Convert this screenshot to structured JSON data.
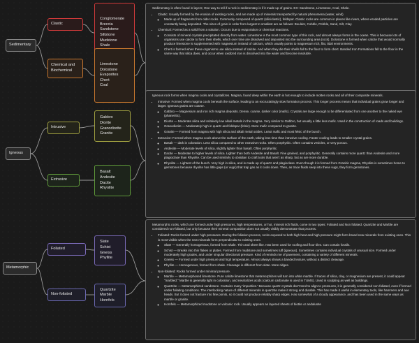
{
  "diagram": {
    "roots": [
      "Sedimentary",
      "Igneous",
      "Metamorphic"
    ],
    "categories": [
      "Clastic",
      "Chemical and Biochemical",
      "Intrusive",
      "Extrusive",
      "Foliated",
      "Non-foliated"
    ],
    "leaves": {
      "clastic": [
        "Conglomerate",
        "Breccia",
        "Sandstone",
        "Siltstone",
        "Mudstone",
        "Shale"
      ],
      "chemical": [
        "Limestone",
        "Dolostone",
        "Evaporites",
        "Chert",
        "Coal"
      ],
      "intrusive": [
        "Gabbro",
        "Diorite",
        "Granodiorite",
        "Granite"
      ],
      "extrusive": [
        "Basalt",
        "Andesite",
        "Dacite",
        "Rhyolite"
      ],
      "foliated": [
        "Slate",
        "Schist",
        "Gneiss",
        "Phyllite"
      ],
      "nonfoliated": [
        "Quartzite",
        "Marble",
        "Hornfels"
      ]
    }
  },
  "sedimentary": {
    "intro": "Sedimentary is often found in layers; One way to tell if a rock is sedimentary is if it made up of grains. EX: Sandstone, Limestone, Coal, Shale.",
    "clastic": "Clastic: Usually formed by the erosion of existing rocks, and are made up of minerals transported by natural phenomena (water, wind)",
    "clastic_sub": [
      "Made up of fragments from older rocks. Commonly composed of quartz (siliciclastic), feldspar. Clastic rocks are common in places like rivers, where eroded particles are constantly being deposited. The sizes of grain in order from largest to smallest are as follows: Boulder, Cobble, Pebble, Sand, Silt, Clay."
    ],
    "chemical": "Chemical: Formed as a solid from a solution. Occurs due to evaporation or chemical reactions.",
    "chemical_sub": [
      "Consists of mineral crystals precipitated directly from water. Limestone is the most common type of this rock, and almost always forms in the ocean. This is because lots of organisms use calcite to form their shells, which over time are dissolved and deposited into the surrounding area (rock). Dolostone is formed when calcite that would normally produce limestone is supplemented with magnesium instead of calcium, which usually points to magnesium rich, flat, tidal environments.",
      "Chert is formed when these organisms use silica instead of calcite. And when they die their shells fall to the floor to form chert. Banded Iron Formations fall to the floor in the same way that silica does, and occur when oxidized iron is dissolved into the water and become insoluble."
    ]
  },
  "igneous": {
    "intro": "Igneous rock forms when magma cools and crystallizes. Magma, found deep within the earth is hot enough to include molten rocks and all of their composite minerals.",
    "intrusive": "Intrusive: Formed when magma cools beneath the surface, leading to an excruciatingly slow formation process. This longer process means that individual grains grow longer and larger. Igneous grains are coarse.",
    "intrusive_sub": [
      "Gabbro — Magnesium and iron rich magma deposits. Dense, coarse, darker color (mafic). Crystals are large enough to be differentiated from one another to the naked eye (phaneritic).",
      "Diorite — Moderate silica and relatively low alkali metals in the magma. Very similar to Gabbro, but usually a little less mafic. Used in the construction of roads and buildings.",
      "Granodiorite — Moderately high in quartz and feldspar (felsic). More mafic compared to granite.",
      "Granite — Formed from magma with high silica and alkali metal oxides. Least mafic and most felsic of the bunch."
    ],
    "extrusive": "Extrusive: Formed when magma cools above the surface of the earth, taking less time than intrusive cooling. Faster cooling leads to smaller crystal grains.",
    "extrusive_sub": [
      "Basalt — dark in coloration. Less silica compared to other extrusive rocks. Often porphyritic. Often contains vesicles, or very porous.",
      "Andesite — Moderate levels of silica, slightly lighter than basalt. Often porphyritic.",
      "Dacite — Moderate to higher levels of silica. Lighter than both Andesite and Basalt. Fine grained, and porphyritic. Generally contains more quartz than Andesite and more plagioclase than Rhyolite. Can be used similarly to obsidian to craft tools that aren't as sharp, but as are more durable.",
      "Rhyolite — Lightest of the bunch. Very high in silica, and is made up of quartz and plagioclase. Even though it is formed from Granitic magma, Rhyolite is sometimes home to gemstones because rhyolite has little gaps (or vugs) that trap gas as it cools down. Then, as trace fluids seep into these vugs, they form gemstones."
    ]
  },
  "metamorphic": {
    "intro": "Metamorphic rocks, which are formed under high pressures, high temperatures, or hot, mineral rich fluids, come in two types: Foliated and Non foliated. Quartzite and Marble are considered non-foliated, but only because their mineral composition does not usually visibly demonstrate that process.",
    "foliated": "Foliated: Rocks formed under high pressures. During the foliation process, rocks exposed to both high heat and high pressure might form brand new minerals from existing ones. This is most visible when the new minerals form perpendicular to existing ones.",
    "foliated_sub": [
      "Slate — Generally homogenous, formed from shale. Thin and sheet like. Has been used for roofing and floor tiles. Can contain fossils.",
      "Schist — Breaks into thin flakes or plates. Formed from mudstone and sometimes tuff (igneous). Sometimes contains individual crystals of unusual size. Formed under moderately high grades, and under singular directional pressure. Kind of reminds me of pavement, containing a variety of different minerals.",
      "Gneiss — Formed under high pressure and high temperature. Almost always shows a banded texture, without a distinct cleavage.",
      "Phyllite — Homogenous, formed from shale. Cleavage is different from slate. More ridges."
    ],
    "nonfoliated": "Non-foliated: Rocks formed under minimal pressure.",
    "nonfoliated_sub": [
      "Marble — Metamorphosed limestone. Pure calcite limestone that metamorphizes will turn into white marble. If traces of silica, clay, or magnesium are present, it could appear \"marbled.\" Marble is generally light in coloration, and neutralizes acids (calcium carbonate is used in TUMS). Used in sculpting as well as buildings.",
      "Quartzite — Metamorphized sandstone. Contains many 'impurities.' Because quartz crystals don't tend to align to pressures, it is generally considered non-foliated, even if formed under foliating conditions. The interlocking nature of different minerals in quartzite make it strong and durable. This has made it useful in elementary tools, like hammers and axe heads. But it does not fracture into fine points, so it could not produce reliably sharp edges. Has somewhat of a cloudy appearance, and has been used in the same ways as marble or granite.",
      "Hornfels — Metamorphized mudstone or volcanic rock. Usually appears as layered sheets of biotite or andalusite"
    ]
  }
}
